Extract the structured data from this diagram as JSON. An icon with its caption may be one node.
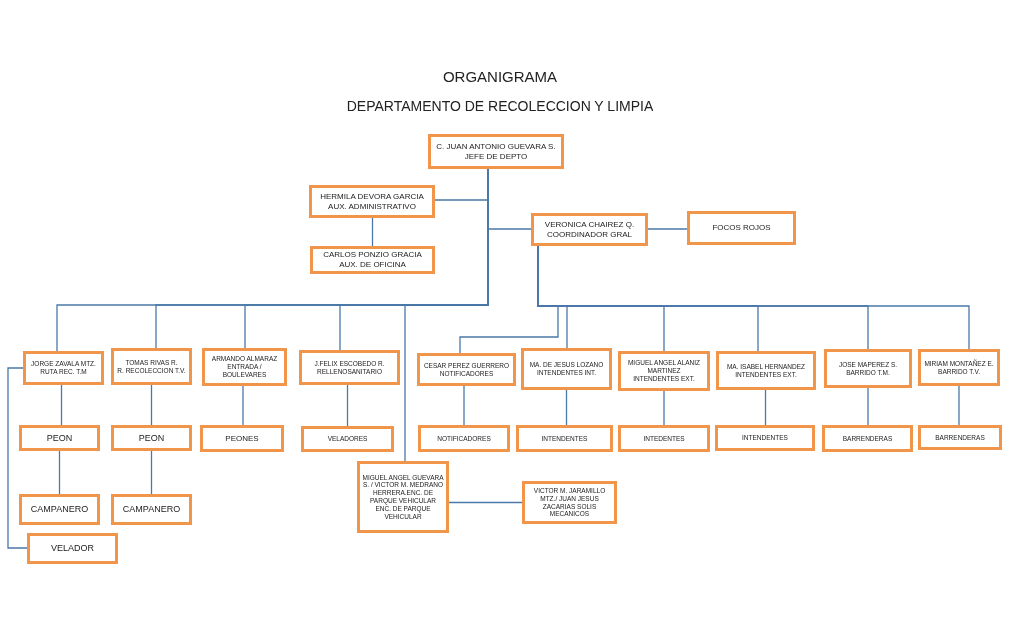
{
  "diagram": {
    "title": "ORGANIGRAMA",
    "labels": [
      "DEPARTAMENTO DE RECOLECCION Y LIMPIA"
    ],
    "nodes": [
      {
        "text": [
          "C. JUAN ANTONIO GUEVARA S.",
          "JEFE DE DEPTO"
        ]
      },
      {
        "text": [
          "HERMILA DEVORA GARCIA",
          "AUX. ADMINISTRATIVO"
        ]
      },
      {
        "text": [
          "CARLOS PONZIO GRACIA",
          "AUX. DE OFICINA"
        ]
      },
      {
        "text": [
          "VERONICA CHAIREZ Q.",
          "COORDINADOR GRAL"
        ]
      },
      {
        "text": [
          "FOCOS ROJOS"
        ]
      },
      {
        "text": [
          "JORGE ZAVALA MTZ.",
          "RUTA REC. T.M"
        ]
      },
      {
        "text": [
          "TOMAS RIVAS R.",
          "R. RECOLECCION T.V."
        ]
      },
      {
        "text": [
          "ARMANDO ALMARAZ",
          "ENTRADA / BOULEVARES"
        ]
      },
      {
        "text": [
          "J.FELIX ESCOBEDO R.",
          "RELLENOSANITARIO"
        ]
      },
      {
        "text": [
          "CESAR PEREZ GUERRERO",
          "NOTIFICADORES"
        ]
      },
      {
        "text": [
          "MA. DE JESUS LOZANO",
          "INTENDENTES INT."
        ]
      },
      {
        "text": [
          "MIGUEL ANGEL ALANIZ MARTINEZ",
          "INTENDENTES EXT."
        ]
      },
      {
        "text": [
          "MA. ISABEL HERNANDEZ",
          "INTENDENTES EXT."
        ]
      },
      {
        "text": [
          "JOSE MAPEREZ S.",
          "BARRIDO T.M."
        ]
      },
      {
        "text": [
          "MIRIAM MONTAÑEZ E.",
          "BARRIDO T.V."
        ]
      },
      {
        "text": [
          "PEON"
        ]
      },
      {
        "text": [
          "PEON"
        ]
      },
      {
        "text": [
          "PEONES"
        ]
      },
      {
        "text": [
          "VELADORES"
        ]
      },
      {
        "text": [
          "NOTIFICADORES"
        ]
      },
      {
        "text": [
          "INTENDENTES"
        ]
      },
      {
        "text": [
          "INTEDENTES"
        ]
      },
      {
        "text": [
          "INTENDENTES"
        ]
      },
      {
        "text": [
          "BARRENDERAS"
        ]
      },
      {
        "text": [
          "BARRENDERAS"
        ]
      },
      {
        "text": [
          "MIGUEL ANGEL GUEVARA S. / VICTOR M. MEDRANO HERRERA.ENC. DE PARQUE VEHICULAR ENC. DE PARQUE VEHICULAR"
        ]
      },
      {
        "text": [
          "VICTOR M. JARAMILLO MTZ./ JUAN JESUS ZACARIAS SOLIS",
          "MECANICOS"
        ]
      },
      {
        "text": [
          "CAMPANERO"
        ]
      },
      {
        "text": [
          "CAMPANERO"
        ]
      },
      {
        "text": [
          "VELADOR"
        ]
      }
    ],
    "edges": [
      {
        "from": 0,
        "to": 1,
        "arrow": "none"
      },
      {
        "from": 1,
        "to": 2,
        "arrow": "none"
      },
      {
        "from": 0,
        "to": 3,
        "arrow": "none"
      },
      {
        "from": 3,
        "to": 4,
        "arrow": "none"
      },
      {
        "from": 0,
        "to": 5,
        "arrow": "none"
      },
      {
        "from": 0,
        "to": 6,
        "arrow": "none"
      },
      {
        "from": 0,
        "to": 7,
        "arrow": "none"
      },
      {
        "from": 0,
        "to": 8,
        "arrow": "none"
      },
      {
        "from": 0,
        "to": 25,
        "arrow": "none"
      },
      {
        "from": 3,
        "to": 9,
        "arrow": "none"
      },
      {
        "from": 3,
        "to": 10,
        "arrow": "none"
      },
      {
        "from": 3,
        "to": 11,
        "arrow": "none"
      },
      {
        "from": 3,
        "to": 12,
        "arrow": "none"
      },
      {
        "from": 3,
        "to": 13,
        "arrow": "none"
      },
      {
        "from": 3,
        "to": 14,
        "arrow": "none"
      },
      {
        "from": 5,
        "to": 15,
        "arrow": "none"
      },
      {
        "from": 6,
        "to": 16,
        "arrow": "none"
      },
      {
        "from": 7,
        "to": 17,
        "arrow": "none"
      },
      {
        "from": 8,
        "to": 18,
        "arrow": "none"
      },
      {
        "from": 9,
        "to": 19,
        "arrow": "none"
      },
      {
        "from": 10,
        "to": 20,
        "arrow": "none"
      },
      {
        "from": 11,
        "to": 21,
        "arrow": "none"
      },
      {
        "from": 12,
        "to": 22,
        "arrow": "none"
      },
      {
        "from": 13,
        "to": 23,
        "arrow": "none"
      },
      {
        "from": 14,
        "to": 24,
        "arrow": "none"
      },
      {
        "from": 25,
        "to": 26,
        "arrow": "none"
      },
      {
        "from": 15,
        "to": 27,
        "arrow": "none"
      },
      {
        "from": 16,
        "to": 28,
        "arrow": "none"
      },
      {
        "from": 5,
        "to": 29,
        "arrow": "none"
      }
    ]
  }
}
